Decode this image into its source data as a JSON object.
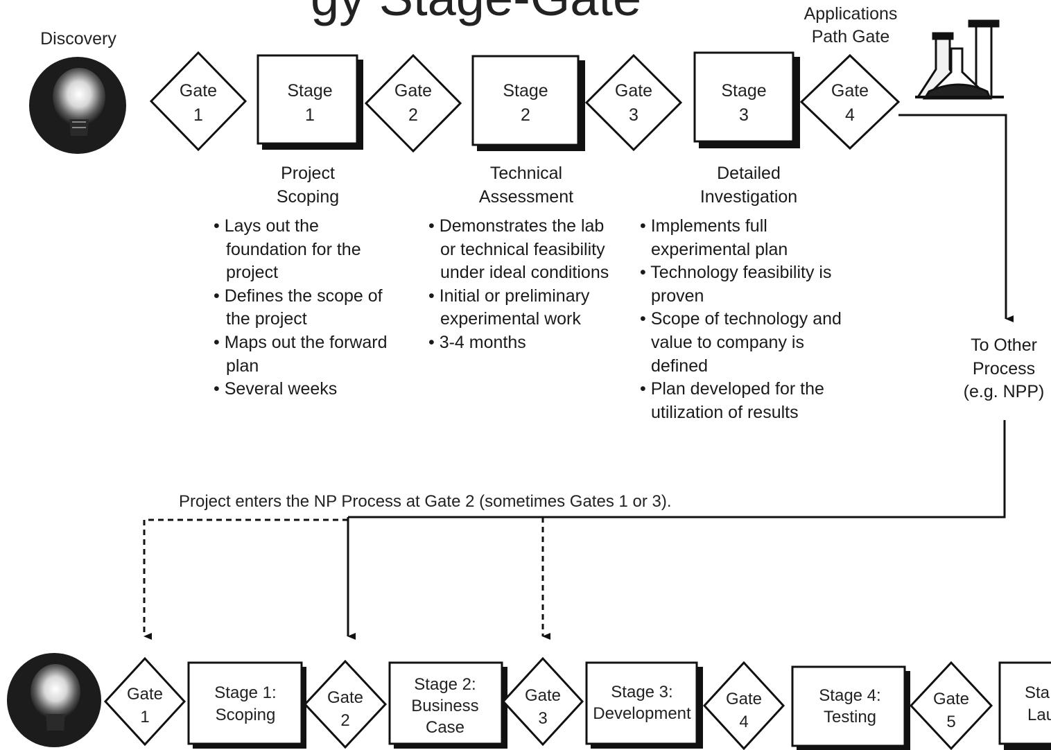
{
  "partial_title": "gy Stage-Gate",
  "top": {
    "discovery_label": "Discovery",
    "applications_gate_label": [
      "Applications",
      "Path Gate"
    ],
    "gates": [
      {
        "line1": "Gate",
        "line2": "1"
      },
      {
        "line1": "Gate",
        "line2": "2"
      },
      {
        "line1": "Gate",
        "line2": "3"
      },
      {
        "line1": "Gate",
        "line2": "4"
      }
    ],
    "stages": [
      {
        "line1": "Stage",
        "line2": "1",
        "title": [
          "Project",
          "Scoping"
        ],
        "bullets": [
          [
            "• Lays out the",
            "foundation for the",
            "project"
          ],
          [
            "• Defines the scope of",
            "the project"
          ],
          [
            "• Maps out the forward",
            "plan"
          ],
          [
            "• Several weeks"
          ]
        ]
      },
      {
        "line1": "Stage",
        "line2": "2",
        "title": [
          "Technical",
          "Assessment"
        ],
        "bullets": [
          [
            "• Demonstrates the lab",
            "or technical feasibility",
            "under ideal conditions"
          ],
          [
            "• Initial or preliminary",
            "experimental work"
          ],
          [
            "• 3-4 months"
          ]
        ]
      },
      {
        "line1": "Stage",
        "line2": "3",
        "title": [
          "Detailed",
          "Investigation"
        ],
        "bullets": [
          [
            "• Implements full",
            "experimental plan"
          ],
          [
            "• Technology feasibility is",
            "proven"
          ],
          [
            "• Scope of technology and",
            "value to company is",
            "defined"
          ],
          [
            "• Plan developed for the",
            "utilization of results"
          ]
        ]
      }
    ],
    "other_process": [
      "To Other",
      "Process",
      "(e.g. NPP)"
    ]
  },
  "np_entry_note": "Project enters the NP Process at Gate 2 (sometimes Gates 1 or 3).",
  "bottom": {
    "gates": [
      {
        "line1": "Gate",
        "line2": "1"
      },
      {
        "line1": "Gate",
        "line2": "2"
      },
      {
        "line1": "Gate",
        "line2": "3"
      },
      {
        "line1": "Gate",
        "line2": "4"
      },
      {
        "line1": "Gate",
        "line2": "5"
      }
    ],
    "stages": [
      [
        "Stage 1:",
        "Scoping"
      ],
      [
        "Stage 2:",
        "Business",
        "Case"
      ],
      [
        "Stage 3:",
        "Development"
      ],
      [
        "Stage 4:",
        "Testing"
      ],
      [
        "Sta",
        "Lau"
      ]
    ]
  },
  "colors": {
    "line": "#111111",
    "shadow": "#111111",
    "box_fill": "#ffffff"
  },
  "icons": [
    "lightbulb-icon",
    "lab-flasks-icon"
  ]
}
